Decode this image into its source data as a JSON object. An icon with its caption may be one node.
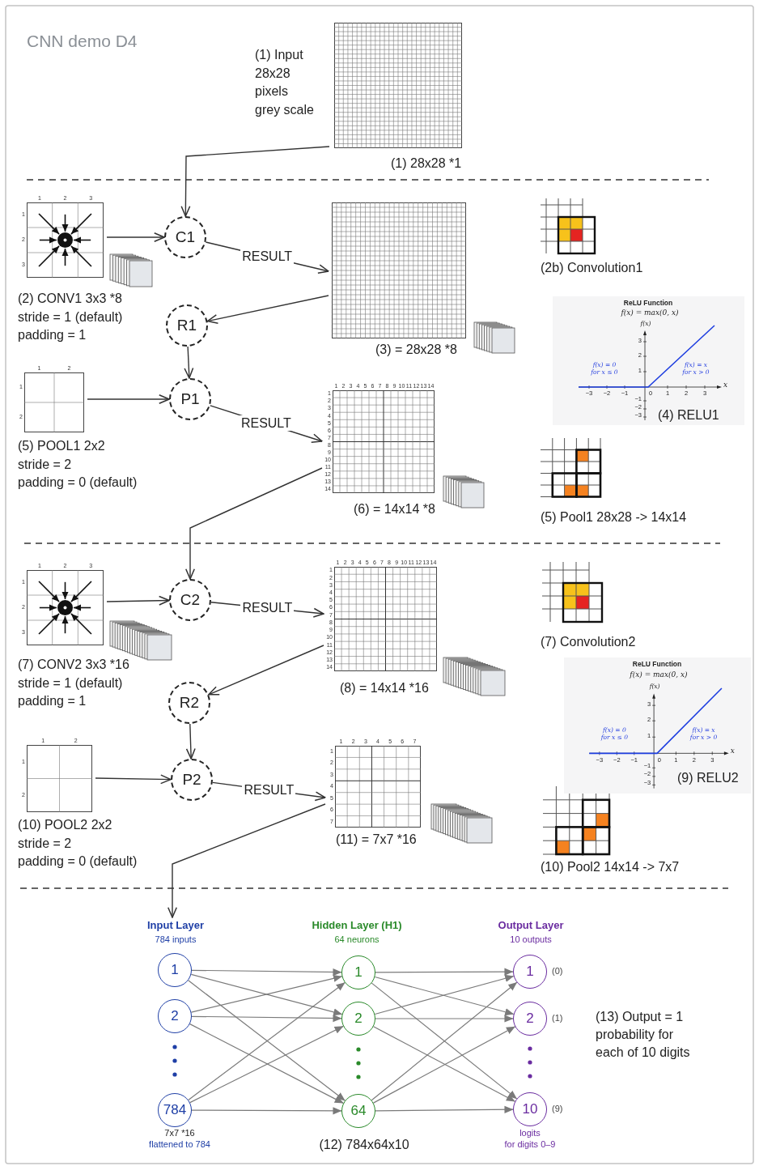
{
  "diagram": {
    "title": "CNN demo D4",
    "nodes": [
      {
        "text": [
          "(1) 28x28 *1"
        ],
        "beside": [
          "(1) Input 28x28 pixels grey scale"
        ]
      },
      {
        "text": [],
        "shape": "picture",
        "beside": [
          "(2) CONV1 3x3 *8",
          "stride = 1 (default)",
          "padding = 1"
        ]
      },
      {
        "text": [
          "C1"
        ]
      },
      {
        "text": [
          "(3) = 28x28 *8"
        ]
      },
      {
        "text": [
          "R1"
        ]
      },
      {
        "text": [],
        "shape": "box",
        "beside": [
          "(5) POOL1 2x2",
          "stride = 2",
          "padding = 0 (default)"
        ]
      },
      {
        "text": [
          "P1"
        ]
      },
      {
        "text": [
          "(6) = 14x14 *8"
        ]
      },
      {
        "text": [],
        "shape": "picture",
        "beside": [
          "(7) CONV2 3x3 *16",
          "stride = 1 (default)",
          "padding = 1"
        ]
      },
      {
        "text": [
          "C2"
        ]
      },
      {
        "text": [
          "(8) = 14x14 *16"
        ]
      },
      {
        "text": [
          "R2"
        ]
      },
      {
        "text": [],
        "shape": "box",
        "beside": [
          "(10) POOL2 2x2",
          "stride = 2",
          "padding = 0 (default)"
        ]
      },
      {
        "text": [
          "P2"
        ]
      },
      {
        "text": [
          "(11) = 7x7 *16"
        ]
      },
      {
        "text": [
          "1"
        ]
      },
      {
        "text": [
          "2"
        ]
      },
      {
        "text": [
          "784"
        ]
      },
      {
        "text": [
          "1"
        ]
      },
      {
        "text": [
          "2"
        ]
      },
      {
        "text": [
          "64"
        ]
      },
      {
        "text": [
          "1"
        ],
        "beside": [
          "(0)"
        ]
      },
      {
        "text": [
          "2"
        ],
        "beside": [
          "(1)"
        ]
      },
      {
        "text": [
          "10"
        ],
        "beside": [
          "(9)"
        ]
      },
      {
        "text": [
          "Input Layer",
          "784 inputs"
        ]
      }
    ],
    "edges": [
      {
        "from": 0,
        "to": 2,
        "arrow": "to",
        "color": "#333333"
      },
      {
        "from": 1,
        "to": 2,
        "arrow": "to",
        "color": "#333333"
      },
      {
        "from": 2,
        "to": 3,
        "arrow": "to",
        "label": "RESULT",
        "color": "#333333"
      },
      {
        "from": 3,
        "to": 4,
        "arrow": "to",
        "color": "#333333"
      },
      {
        "from": 4,
        "to": 6,
        "arrow": "to",
        "color": "#333333"
      },
      {
        "from": 5,
        "to": 6,
        "arrow": "to",
        "color": "#333333"
      },
      {
        "from": 6,
        "to": 7,
        "arrow": "to",
        "label": "RESULT",
        "color": "#333333"
      },
      {
        "from": 7,
        "to": 9,
        "arrow": "to",
        "color": "#333333"
      },
      {
        "from": 8,
        "to": 9,
        "arrow": "to",
        "color": "#333333"
      },
      {
        "from": 9,
        "to": 10,
        "arrow": "to",
        "label": "RESULT",
        "color": "#333333"
      },
      {
        "from": 10,
        "to": 11,
        "arrow": "to",
        "color": "#333333"
      },
      {
        "from": 11,
        "to": 13,
        "arrow": "to",
        "color": "#333333"
      },
      {
        "from": 12,
        "to": 13,
        "arrow": "to",
        "color": "#333333"
      },
      {
        "from": 13,
        "to": 14,
        "arrow": "to",
        "label": "RESULT",
        "color": "#333333"
      },
      {
        "from": 14,
        "to": 24,
        "arrow": "to",
        "color": "#333333"
      },
      {
        "from": 15,
        "to": 18,
        "arrow": "to"
      },
      {
        "from": 15,
        "to": 19,
        "arrow": "to"
      },
      {
        "from": 15,
        "to": 20,
        "arrow": "to"
      },
      {
        "from": 16,
        "to": 18,
        "arrow": "to"
      },
      {
        "from": 16,
        "to": 19,
        "arrow": "to"
      },
      {
        "from": 16,
        "to": 20,
        "arrow": "to"
      },
      {
        "from": 17,
        "to": 18,
        "arrow": "to"
      },
      {
        "from": 17,
        "to": 19,
        "arrow": "to"
      },
      {
        "from": 17,
        "to": 20,
        "arrow": "to"
      },
      {
        "from": 18,
        "to": 21,
        "arrow": "to"
      },
      {
        "from": 18,
        "to": 22,
        "arrow": "to"
      },
      {
        "from": 18,
        "to": 23,
        "arrow": "to"
      },
      {
        "from": 19,
        "to": 21,
        "arrow": "to"
      },
      {
        "from": 19,
        "to": 22,
        "arrow": "to"
      },
      {
        "from": 19,
        "to": 23,
        "arrow": "to"
      },
      {
        "from": 20,
        "to": 21,
        "arrow": "to"
      },
      {
        "from": 20,
        "to": 22,
        "arrow": "to"
      },
      {
        "from": 20,
        "to": 23,
        "arrow": "to"
      }
    ],
    "labels": [
      "1",
      "2",
      "3",
      "1",
      "2",
      "3",
      "(2b) Convolution1",
      "ReLU Function",
      "f(x) = max(0, x)",
      "f(x)",
      "3",
      "2",
      "1",
      "f(x) = 0 for x ≤ 0",
      "f(x) = x for x > 0",
      "−3",
      "−2",
      "−1",
      "0",
      "1",
      "2",
      "3",
      "x",
      "−1",
      "−2",
      "−3",
      "(4) RELU1",
      "1",
      "2",
      "1",
      "2",
      "1",
      "2",
      "3",
      "4",
      "5",
      "6",
      "7",
      "8",
      "9",
      "10",
      "11",
      "12",
      "13",
      "14",
      "1",
      "2",
      "3",
      "4",
      "5",
      "6",
      "7",
      "8",
      "9",
      "10",
      "11",
      "12",
      "13",
      "14",
      "(5) Pool1 28x28 -> 14x14",
      "1",
      "2",
      "3",
      "1",
      "2",
      "3",
      "1",
      "2",
      "3",
      "4",
      "5",
      "6",
      "7",
      "8",
      "9",
      "10",
      "11",
      "12",
      "13",
      "14",
      "1",
      "2",
      "3",
      "4",
      "5",
      "6",
      "7",
      "8",
      "9",
      "10",
      "11",
      "12",
      "13",
      "14",
      "(7) Convolution2",
      "ReLU Function",
      "f(x) = max(0, x)",
      "f(x)",
      "3",
      "2",
      "1",
      "f(x) = 0 for x ≤ 0",
      "f(x) = x for x > 0",
      "−3",
      "−2",
      "−1",
      "0",
      "1",
      "2",
      "3",
      "x",
      "−1",
      "−2",
      "−3",
      "(9) RELU2",
      "1",
      "2",
      "1",
      "2",
      "1",
      "2",
      "3",
      "4",
      "5",
      "6",
      "7",
      "1",
      "2",
      "3",
      "4",
      "5",
      "6",
      "7",
      "(10) Pool2 14x14 -> 7x7",
      "Hidden Layer (H1)",
      "64 neurons",
      "Output Layer",
      "10 outputs",
      "(13) Output = 1 probability for each of 10 digits",
      "7x7 *16",
      "flattened to 784",
      "(12) 784x64x10",
      "logits",
      "for digits 0–9"
    ]
  }
}
